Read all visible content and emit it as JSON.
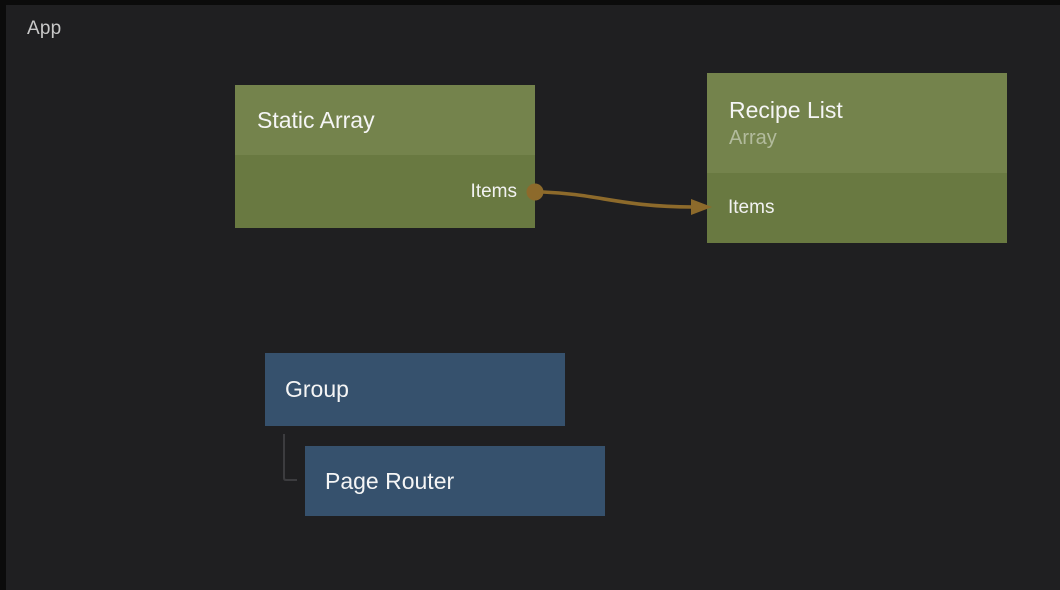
{
  "app": {
    "breadcrumb": "App"
  },
  "colors": {
    "background": "#1f1f21",
    "edge_strip": "#0b0b0b",
    "green_header": "#74834c",
    "green_body": "#697941",
    "blue_node": "#36516d",
    "wire": "#8d6a2b",
    "hierarchy_line": "#3c3c3f",
    "title_text": "#f5f5f5",
    "subtitle_text": "rgba(255,255,255,0.45)",
    "port_text": "#f2f2f2",
    "breadcrumb_text": "#c8c8c8"
  },
  "nodes": {
    "static_array": {
      "title": "Static Array",
      "outputs": [
        {
          "label": "Items"
        }
      ]
    },
    "recipe_list": {
      "title": "Recipe List",
      "subtitle": "Array",
      "inputs": [
        {
          "label": "Items"
        }
      ]
    },
    "group": {
      "title": "Group"
    },
    "page_router": {
      "title": "Page Router"
    }
  },
  "connections": [
    {
      "from": "Static Array.Items",
      "to": "Recipe List.Items",
      "type": "data-wire"
    },
    {
      "from": "Group",
      "to": "Page Router",
      "type": "hierarchy"
    }
  ]
}
